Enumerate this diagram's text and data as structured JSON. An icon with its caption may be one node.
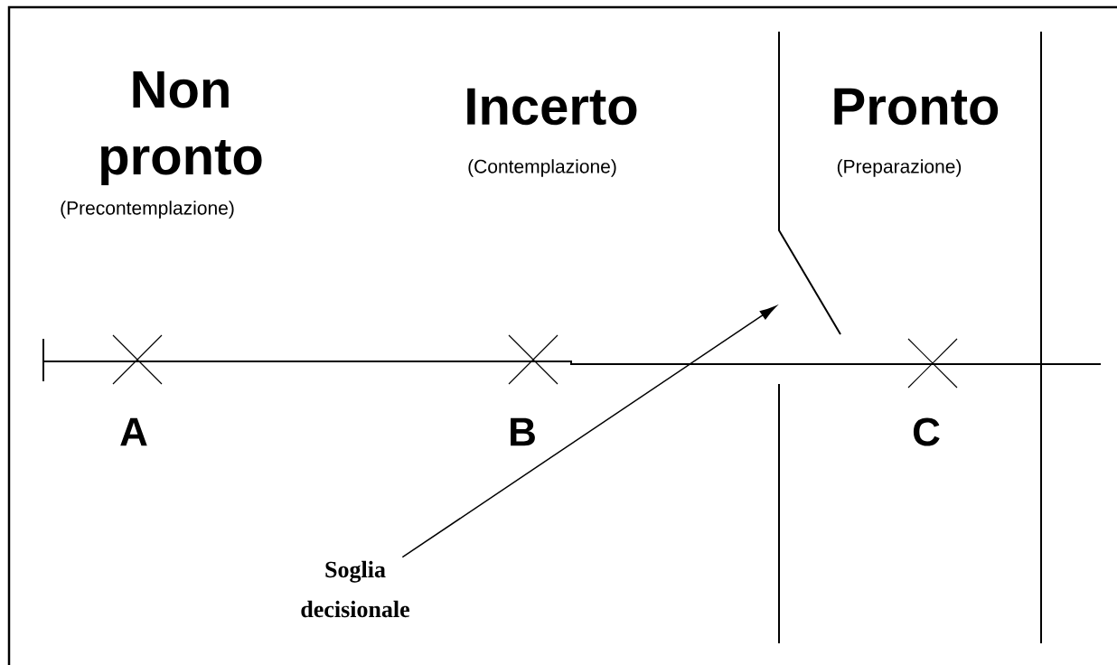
{
  "diagram": {
    "nodes": [
      {
        "text": [
          "Soglia decisionale"
        ]
      },
      {
        "text": [],
        "shape": "line"
      }
    ],
    "edges": [
      {
        "from": 0,
        "to": 1,
        "arrow": "to"
      }
    ],
    "labels": [
      "Non pronto",
      "(Precontemplazione)",
      "Incerto",
      "(Contemplazione)",
      "Pronto",
      "(Preparazione)",
      "A",
      "B",
      "C"
    ]
  }
}
